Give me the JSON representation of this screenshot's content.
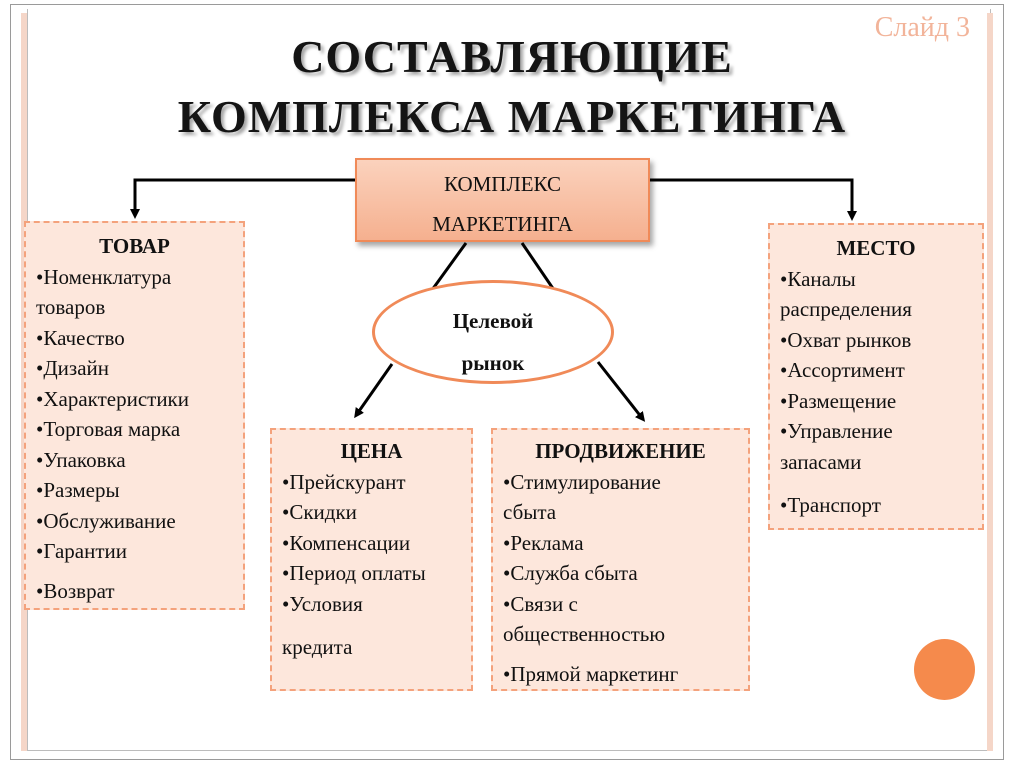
{
  "slide_number": "Слайд 3",
  "title": {
    "line1": "СОСТАВЛЯЮЩИЕ",
    "line2": "КОМПЛЕКСА МАРКЕТИНГА"
  },
  "center": {
    "line1": "КОМПЛЕКС",
    "line2": "МАРКЕТИНГА"
  },
  "target": {
    "line1": "Целевой",
    "line2": "рынок"
  },
  "tovar": {
    "header": "ТОВАР",
    "items": [
      "•Номенклатура",
      "товаров",
      "•Качество",
      "•Дизайн",
      "•Характеристики",
      "•Торговая марка",
      "•Упаковка",
      "•Размеры",
      "•Обслуживание",
      "•Гарантии",
      "•Возврат"
    ]
  },
  "mesto": {
    "header": "МЕСТО",
    "items": [
      "•Каналы",
      "распределения",
      "•Охват рынков",
      "•Ассортимент",
      "•Размещение",
      "•Управление",
      "запасами",
      "•Транспорт"
    ]
  },
  "cena": {
    "header": "ЦЕНА",
    "items": [
      "•Прейскурант",
      "•Скидки",
      "•Компенсации",
      "•Период оплаты",
      "•Условия",
      "кредита"
    ]
  },
  "prodvizhenie": {
    "header": "ПРОДВИЖЕНИЕ",
    "items": [
      "•Стимулирование",
      "сбыта",
      "•Реклама",
      "•Служба сбыта",
      "•Связи с",
      "общественностью",
      "•Прямой маркетинг"
    ]
  },
  "colors": {
    "accent": "#f08a58",
    "box_fill": "#fde7dc",
    "center_fill": "#f5b08f",
    "dot": "#f58a4c"
  }
}
